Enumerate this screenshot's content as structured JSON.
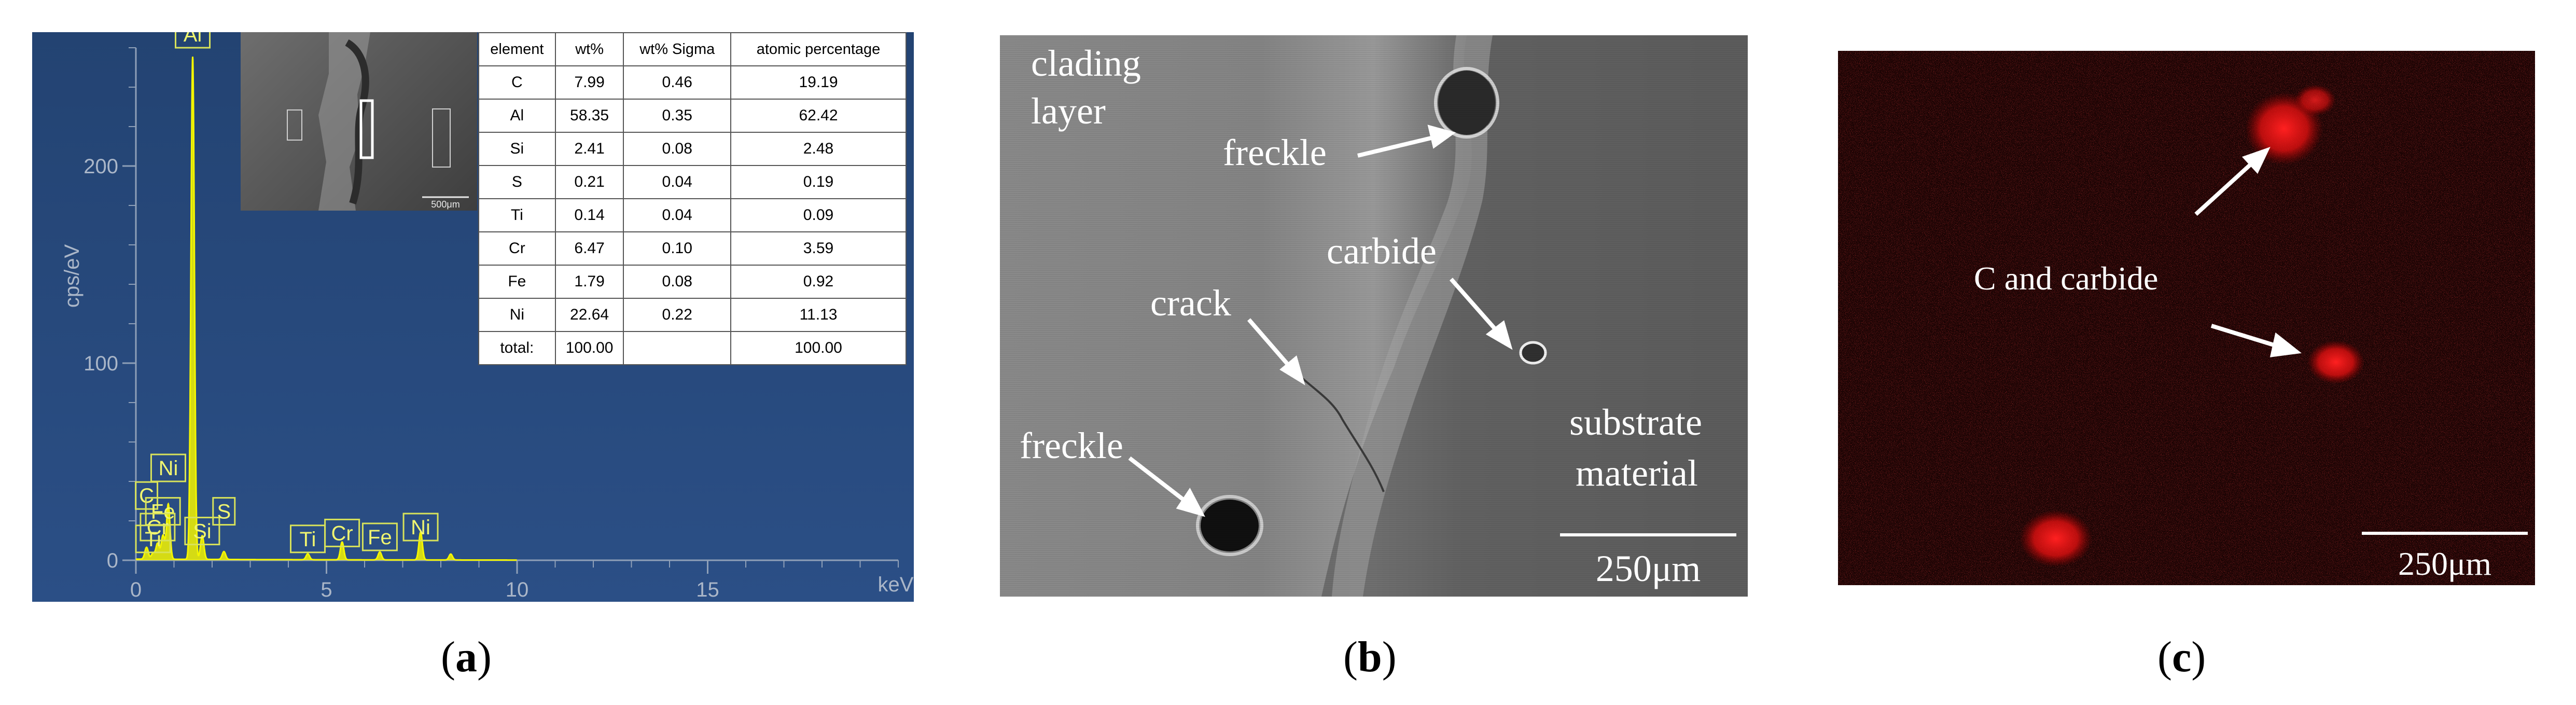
{
  "panels": {
    "a": {
      "caption_letter": "a",
      "y_axis_label": "cps/eV",
      "x_axis_unit": "keV",
      "y_ticks": [
        "0",
        "100",
        "200"
      ],
      "x_ticks": [
        "0",
        "5",
        "10",
        "15"
      ],
      "peak_labels": [
        "Al",
        "Ni",
        "C",
        "Fe",
        "Cr",
        "Ti",
        "Si",
        "S",
        "Ti",
        "Cr",
        "Fe",
        "Ni"
      ],
      "inset_scale": "500μm",
      "table": {
        "headers": [
          "element",
          "wt%",
          "wt% Sigma",
          "atomic percentage"
        ],
        "rows": [
          [
            "C",
            "7.99",
            "0.46",
            "19.19"
          ],
          [
            "Al",
            "58.35",
            "0.35",
            "62.42"
          ],
          [
            "Si",
            "2.41",
            "0.08",
            "2.48"
          ],
          [
            "S",
            "0.21",
            "0.04",
            "0.19"
          ],
          [
            "Ti",
            "0.14",
            "0.04",
            "0.09"
          ],
          [
            "Cr",
            "6.47",
            "0.10",
            "3.59"
          ],
          [
            "Fe",
            "1.79",
            "0.08",
            "0.92"
          ],
          [
            "Ni",
            "22.64",
            "0.22",
            "11.13"
          ],
          [
            "total:",
            "100.00",
            "",
            "100.00"
          ]
        ]
      }
    },
    "b": {
      "caption_letter": "b",
      "labels": {
        "cladding": "clading",
        "layer": "layer",
        "freckle_top": "freckle",
        "carbide": "carbide",
        "crack": "crack",
        "freckle_bottom": "freckle",
        "substrate": "substrate",
        "material": "material"
      },
      "scale_bar": "250μm"
    },
    "c": {
      "caption_letter": "c",
      "label": "C and carbide",
      "scale_bar": "250μm"
    }
  },
  "chart_data": {
    "type": "line",
    "title": "",
    "xlabel": "keV",
    "ylabel": "cps/eV",
    "xlim": [
      0,
      20
    ],
    "ylim": [
      0,
      260
    ],
    "x_ticks": [
      0,
      5,
      10,
      15
    ],
    "y_ticks": [
      0,
      100,
      200
    ],
    "peaks": [
      {
        "label": "C",
        "x": 0.28,
        "y": 6
      },
      {
        "label": "Ti",
        "x": 0.45,
        "y": 3
      },
      {
        "label": "Cr",
        "x": 0.57,
        "y": 8
      },
      {
        "label": "Fe",
        "x": 0.71,
        "y": 12
      },
      {
        "label": "Ni",
        "x": 0.85,
        "y": 28
      },
      {
        "label": "Al",
        "x": 1.49,
        "y": 255
      },
      {
        "label": "Si",
        "x": 1.74,
        "y": 12
      },
      {
        "label": "S",
        "x": 2.31,
        "y": 4
      },
      {
        "label": "Ti",
        "x": 4.51,
        "y": 3
      },
      {
        "label": "Cr",
        "x": 5.41,
        "y": 9
      },
      {
        "label": "Fe",
        "x": 6.4,
        "y": 4
      },
      {
        "label": "Ni",
        "x": 7.47,
        "y": 14
      },
      {
        "label": "",
        "x": 8.26,
        "y": 3
      }
    ]
  },
  "colors": {
    "spectrum_bg": "#27497a",
    "spectrum_line": "#f3f500",
    "map_red": "#ff1818"
  }
}
